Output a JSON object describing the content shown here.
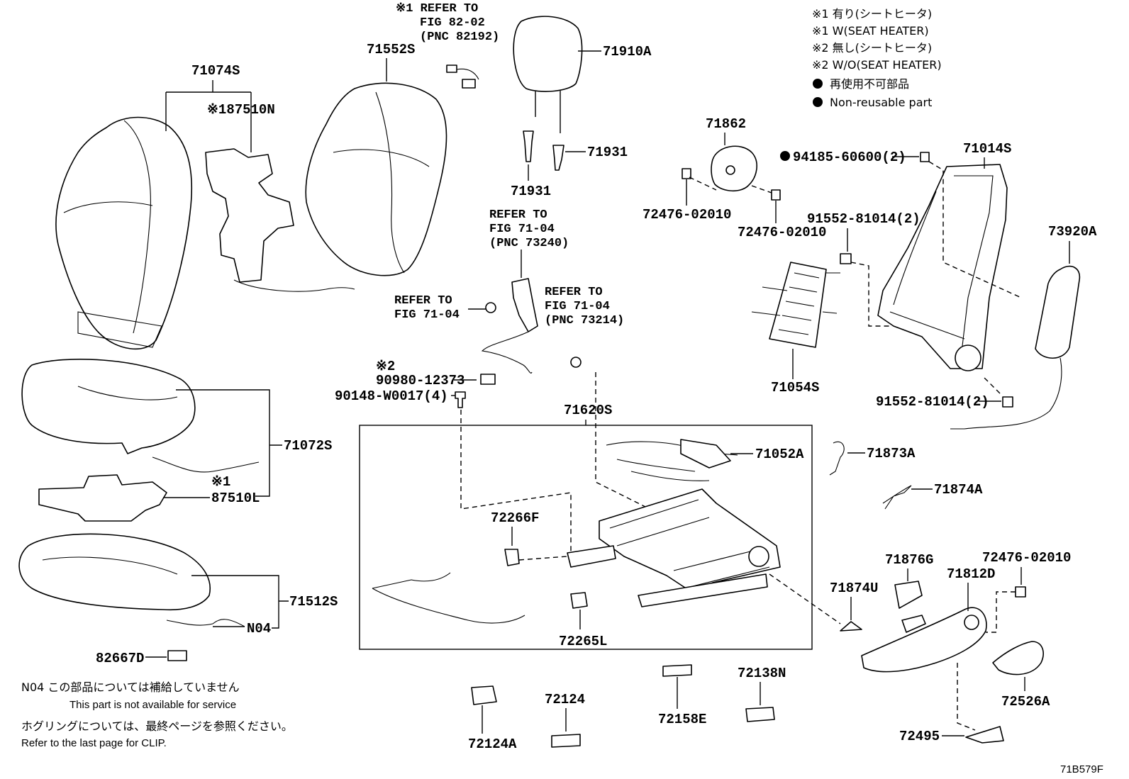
{
  "legend": {
    "lines": [
      "※1 有り(シートヒータ)",
      "※1 W(SEAT HEATER)",
      "※2 無し(シートヒータ)",
      "※2 W/O(SEAT HEATER)"
    ],
    "nonreusable_jp": "再使用不可部品",
    "nonreusable_en": "Non-reusable part"
  },
  "labels": {
    "p71074S": "71074S",
    "p87510N": "※187510N",
    "p71552S": "71552S",
    "p71910A": "71910A",
    "p71931a": "71931",
    "p71931b": "71931",
    "p71862": "71862",
    "p72476a": "72476-02010",
    "p72476b": "72476-02010",
    "p94185": "94185-60600(2)",
    "p71014S": "71014S",
    "p91552a": "91552-81014(2)",
    "p91552b": "91552-81014(2)",
    "p73920A": "73920A",
    "p71054S": "71054S",
    "p71072S": "71072S",
    "p87510L": "87510L",
    "p87510L_mark": "※1",
    "p71512S": "71512S",
    "pN04": "N04",
    "p82667D": "82667D",
    "p90980": "90980-12373",
    "p90980_mark": "※2",
    "p90148": "90148-W0017(4)",
    "p71620S": "71620S",
    "p71052A": "71052A",
    "p71873A": "71873A",
    "p71874A": "71874A",
    "p72266F": "72266F",
    "p72265L": "72265L",
    "p71874U": "71874U",
    "p71876G": "71876G",
    "p71812D": "71812D",
    "p72476c": "72476-02010",
    "p72526A": "72526A",
    "p72495": "72495",
    "p72158E": "72158E",
    "p72138N": "72138N",
    "p72124": "72124",
    "p72124A": "72124A"
  },
  "refs": {
    "fig82": [
      "※1 REFER TO",
      "FIG 82-02",
      "(PNC 82192)"
    ],
    "fig71_73240": [
      "REFER TO",
      "FIG 71-04",
      "(PNC 73240)"
    ],
    "fig71_left": [
      "REFER TO",
      "FIG 71-04"
    ],
    "fig71_73214": [
      "REFER TO",
      "FIG 71-04",
      "(PNC 73214)"
    ]
  },
  "footnotes": {
    "n04_jp": "N04  この部品については補給していません",
    "n04_en": "This part is not available for service",
    "clip_jp": "ホグリングについては、最終ページを参照ください。",
    "clip_en": "Refer to the last page for CLIP."
  },
  "figure_id": "71B579F"
}
